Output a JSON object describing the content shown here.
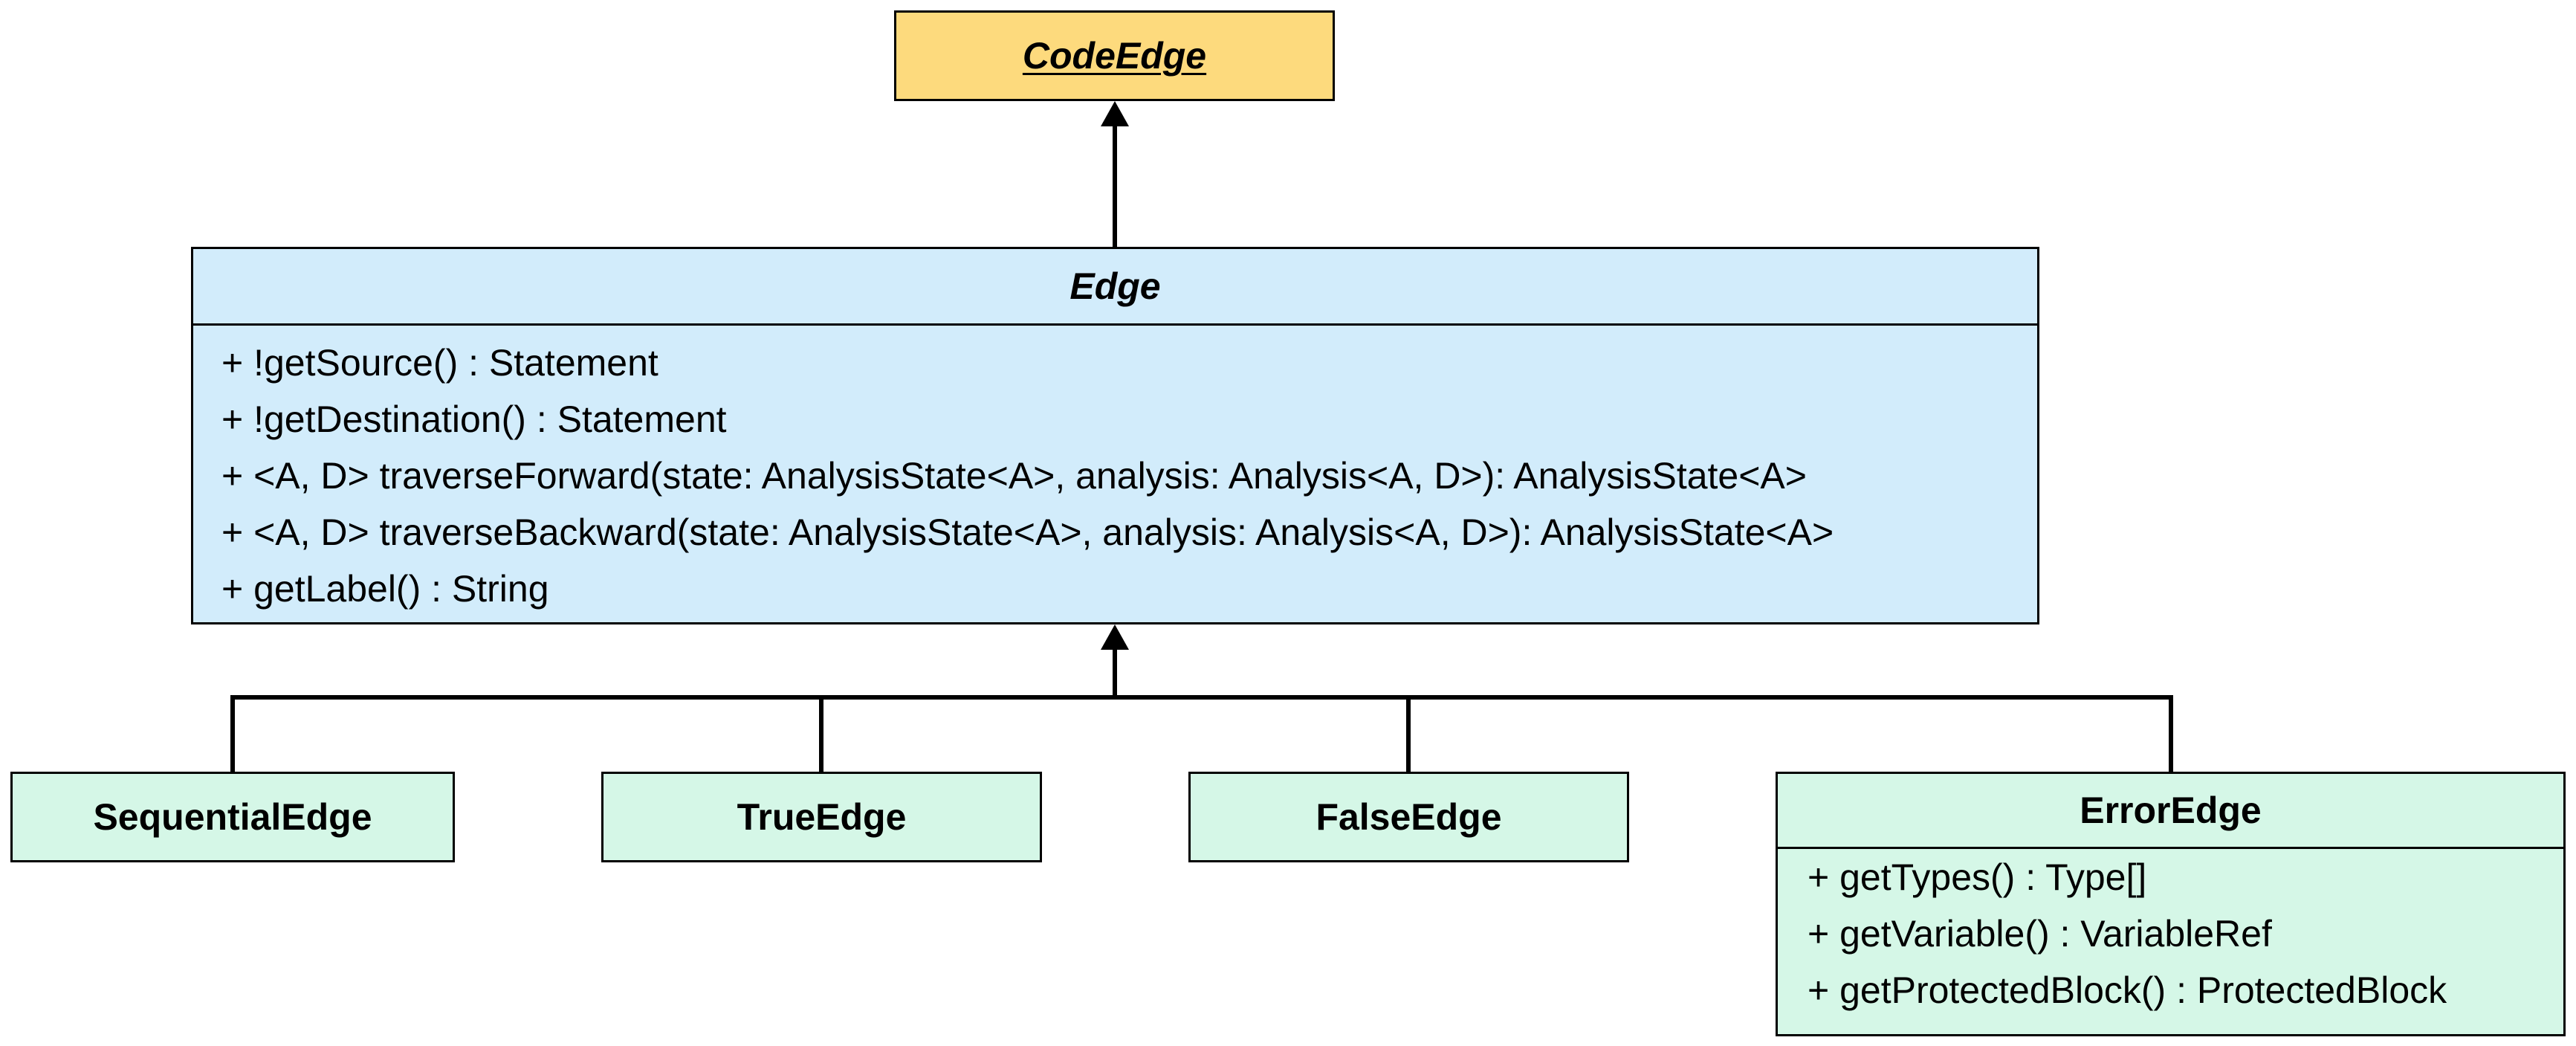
{
  "classes": {
    "codeedge": {
      "name": "CodeEdge",
      "fill": "#fdda7d"
    },
    "edge": {
      "name": "Edge",
      "fill": "#d2ecfb",
      "members": [
        "+ !getSource() : Statement",
        "+ !getDestination() : Statement",
        "+ <A, D> traverseForward(state: AnalysisState<A>, analysis: Analysis<A, D>): AnalysisState<A>",
        "+ <A, D> traverseBackward(state: AnalysisState<A>, analysis: Analysis<A, D>): AnalysisState<A>",
        "+ getLabel() : String"
      ]
    },
    "sequentialedge": {
      "name": "SequentialEdge",
      "fill": "#d5f7e7"
    },
    "trueedge": {
      "name": "TrueEdge",
      "fill": "#d5f7e7"
    },
    "falseedge": {
      "name": "FalseEdge",
      "fill": "#d5f7e7"
    },
    "erroredge": {
      "name": "ErrorEdge",
      "fill": "#d5f7e7",
      "members": [
        "+ getTypes() : Type[]",
        "+ getVariable() : VariableRef",
        "+ getProtectedBlock() : ProtectedBlock"
      ]
    }
  },
  "relations": [
    {
      "type": "generalization",
      "from": "Edge",
      "to": "CodeEdge"
    },
    {
      "type": "generalization",
      "from": "SequentialEdge",
      "to": "Edge"
    },
    {
      "type": "generalization",
      "from": "TrueEdge",
      "to": "Edge"
    },
    {
      "type": "generalization",
      "from": "FalseEdge",
      "to": "Edge"
    },
    {
      "type": "generalization",
      "from": "ErrorEdge",
      "to": "Edge"
    }
  ]
}
